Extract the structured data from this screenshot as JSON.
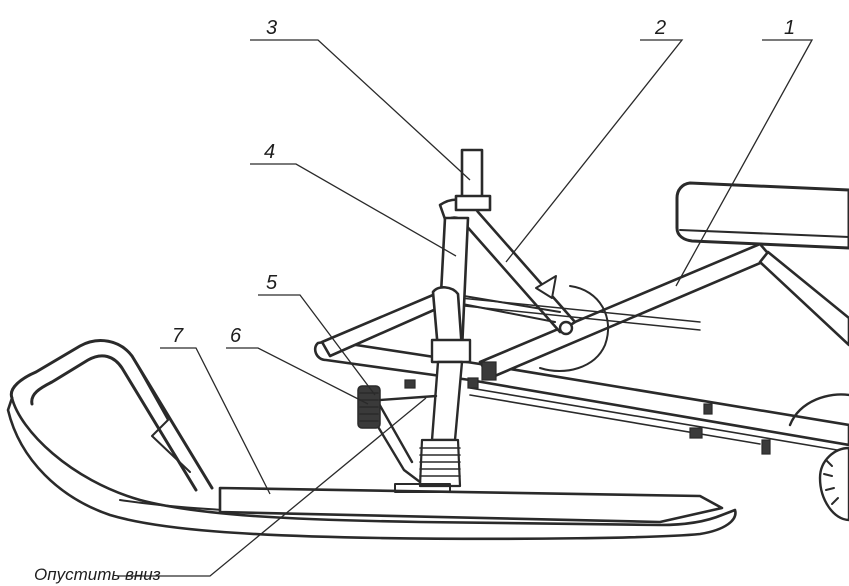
{
  "callouts": [
    {
      "id": "1",
      "label": "1"
    },
    {
      "id": "2",
      "label": "2"
    },
    {
      "id": "3",
      "label": "3"
    },
    {
      "id": "4",
      "label": "4"
    },
    {
      "id": "5",
      "label": "5"
    },
    {
      "id": "6",
      "label": "6"
    },
    {
      "id": "7",
      "label": "7"
    }
  ],
  "note": {
    "text": "Опустить вниз"
  },
  "colors": {
    "ink": "#2a2a2a",
    "paper": "#ffffff"
  }
}
